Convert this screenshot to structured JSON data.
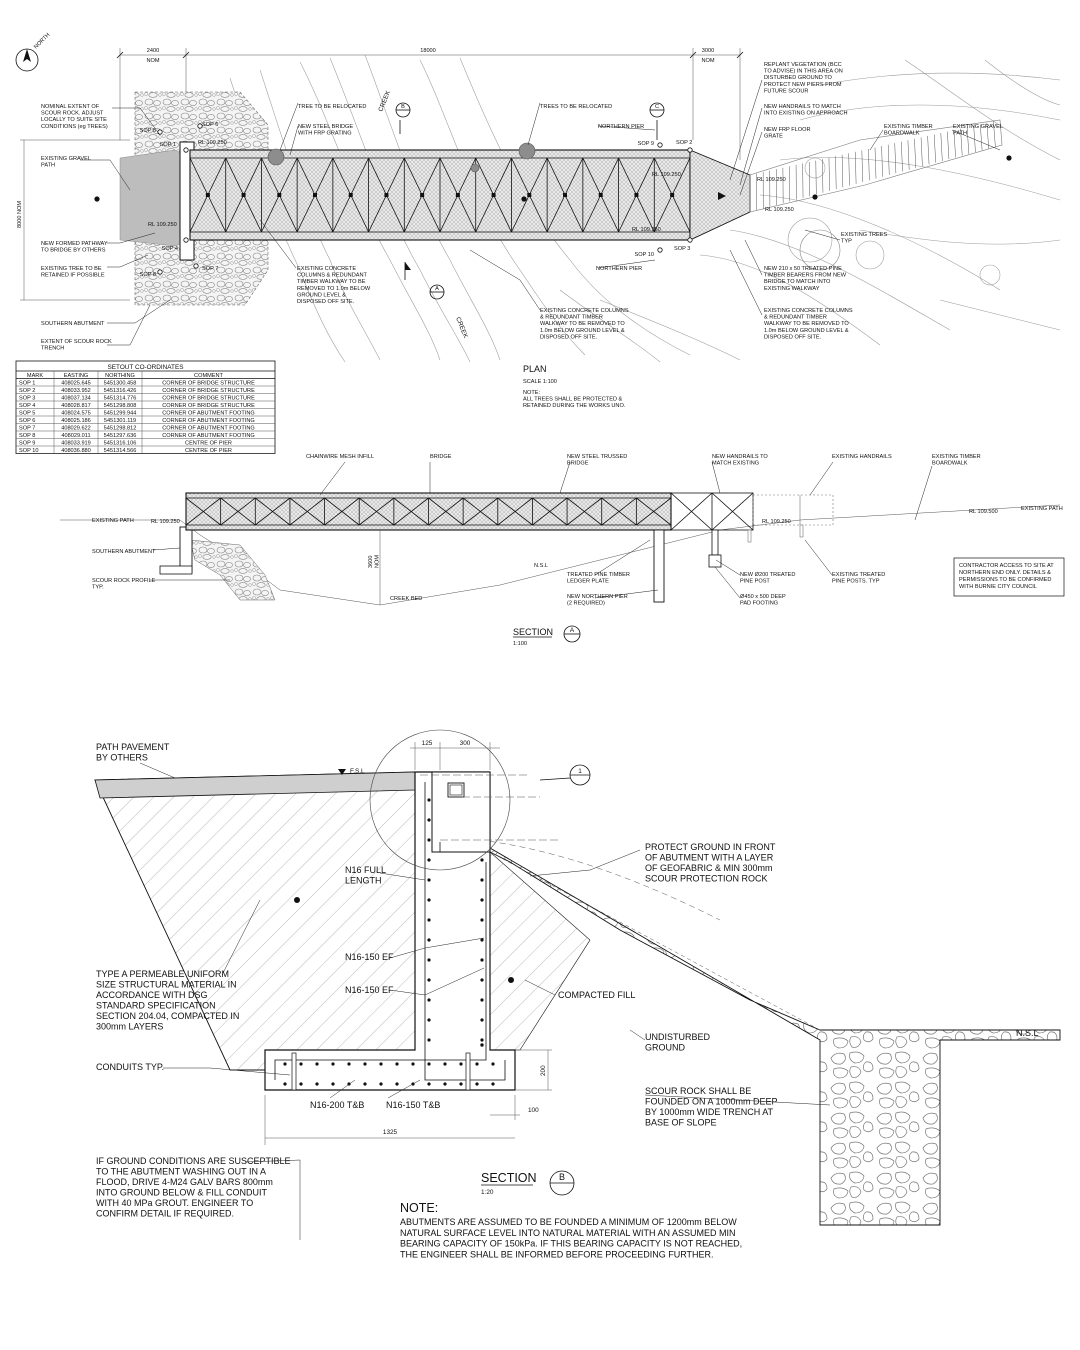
{
  "plan": {
    "north_label": "NORTH",
    "dim_left": "2400",
    "dim_left_unit": "NOM",
    "dim_main": "18000",
    "dim_right": "3000",
    "dim_right_unit": "NOM",
    "dim_height": "8000 NOM",
    "creek_label": "CREEK",
    "section_b_tag": "B",
    "section_c_tag": "C",
    "section_a_tag": "A",
    "sop": [
      "SOP 1",
      "SOP 2",
      "SOP 3",
      "SOP 4",
      "SOP 5",
      "SOP 6",
      "SOP 7",
      "SOP 8",
      "SOP 9",
      "SOP 10"
    ],
    "rl": [
      "RL 109.250",
      "RL 109.250",
      "RL 109.250",
      "RL 109.250",
      "RL 109.250",
      "RL 109.250"
    ],
    "notes_left": [
      [
        "NOMINAL EXTENT OF",
        "SCOUR ROCK. ADJUST",
        "LOCALLY TO SUITE SITE",
        "CONDITIONS (eg TREES)"
      ],
      [
        "EXISTING GRAVEL",
        "PATH"
      ],
      [
        "NEW FORMED PATHWAY",
        "TO BRIDGE BY OTHERS"
      ],
      [
        "EXISTING TREE TO BE",
        "RETAINED IF POSSIBLE"
      ],
      [
        "SOUTHERN ABUTMENT"
      ],
      [
        "EXTENT OF SCOUR ROCK",
        "TRENCH"
      ]
    ],
    "notes_top": [
      [
        "TREE TO BE RELOCATED"
      ],
      [
        "NEW STEEL BRIDGE",
        "WITH FRP GRATING"
      ],
      [
        "TREES TO BE RELOCATED"
      ],
      [
        "NORTHERN PIER"
      ]
    ],
    "notes_right": [
      [
        "REPLANT VEGETATION (BCC",
        "TO ADVISE) IN THIS AREA ON",
        "DISTURBED GROUND TO",
        "PROTECT NEW PIERS FROM",
        "FUTURE SCOUR"
      ],
      [
        "NEW HANDRAILS TO MATCH",
        "INTO EXISTING ON APPROACH"
      ],
      [
        "NEW FRP FLOOR",
        "GRATE"
      ],
      [
        "EXISTING TIMBER",
        "BOARDWALK"
      ],
      [
        "EXISTING GRAVEL",
        "PATH"
      ],
      [
        "EXISTING TREES",
        "TYP"
      ],
      [
        "NEW 210 x 50 TREATED PINE",
        "TIMBER BEARERS FROM NEW",
        "BRIDGE TO MATCH INTO",
        "EXISTING WALKWAY"
      ],
      [
        "EXISTING CONCRETE COLUMNS",
        "& REDUNDANT TIMBER",
        "WALKWAY TO BE REMOVED TO",
        "1.0m BELOW GROUND LEVEL &",
        "DISPOSED OFF SITE."
      ]
    ],
    "notes_bottom": [
      [
        "NORTHERN PIER"
      ],
      [
        "EXISTING CONCRETE",
        "COLUMNS & REDUNDANT",
        "TIMBER WALKWAY TO BE",
        "REMOVED TO 1.0m BELOW",
        "GROUND LEVEL &",
        "DISPOSED OFF SITE."
      ],
      [
        "EXISTING CONCRETE COLUMNS",
        "& REDUNDANT TIMBER",
        "WALKWAY TO BE REMOVED TO",
        "1.0m BELOW GROUND LEVEL &",
        "DISPOSED OFF SITE."
      ]
    ],
    "title": "PLAN",
    "scale": "SCALE 1:100",
    "note": [
      "NOTE:",
      "ALL TREES SHALL BE PROTECTED &",
      "RETAINED DURING THE WORKS UNO."
    ]
  },
  "setout_table": {
    "title": "SETOUT CO-ORDINATES",
    "headers": [
      "MARK",
      "EASTING",
      "NORTHING",
      "COMMENT"
    ],
    "rows": [
      [
        "SOP 1",
        "408025.645",
        "5451300.458",
        "CORNER OF BRIDGE STRUCTURE"
      ],
      [
        "SOP 2",
        "408033.952",
        "5451316.426",
        "CORNER OF BRIDGE STRUCTURE"
      ],
      [
        "SOP 3",
        "408037.134",
        "5451314.776",
        "CORNER OF BRIDGE STRUCTURE"
      ],
      [
        "SOP 4",
        "408028.817",
        "5451298.808",
        "CORNER OF BRIDGE STRUCTURE"
      ],
      [
        "SOP 5",
        "408024.575",
        "5451299.944",
        "CORNER OF ABUTMENT FOOTING"
      ],
      [
        "SOP 6",
        "408025.186",
        "5451301.119",
        "CORNER OF ABUTMENT FOOTING"
      ],
      [
        "SOP 7",
        "408029.622",
        "5451298.812",
        "CORNER OF ABUTMENT FOOTING"
      ],
      [
        "SOP 8",
        "408029.011",
        "5451297.636",
        "CORNER OF ABUTMENT FOOTING"
      ],
      [
        "SOP 9",
        "408033.919",
        "5451316.106",
        "CENTRE OF PIER"
      ],
      [
        "SOP 10",
        "408036.880",
        "5451314.566",
        "CENTRE OF PIER"
      ]
    ]
  },
  "section_a": {
    "labels": [
      [
        "CHAINWIRE MESH INFILL"
      ],
      [
        "BRIDGE"
      ],
      [
        "NEW STEEL TRUSSED",
        "BRIDGE"
      ],
      [
        "NEW HANDRAILS TO",
        "MATCH EXISTING"
      ],
      [
        "EXISTING HANDRAILS"
      ],
      [
        "EXISTING TIMBER",
        "BOARDWALK"
      ],
      [
        "EXISTING PATH"
      ],
      [
        "RL 109.250"
      ],
      [
        "RL 109.250"
      ],
      [
        "RL 109.500"
      ],
      [
        "EXISTING PATH"
      ],
      [
        "SOUTHERN ABUTMENT"
      ],
      [
        "SCOUR ROCK PROFILE",
        "TYP."
      ],
      [
        "3600",
        "NOM"
      ],
      [
        "N.S.L"
      ],
      [
        "CREEK BED"
      ],
      [
        "TREATED PINE TIMBER",
        "LEDGER PLATE"
      ],
      [
        "NEW NORTHERN PIER",
        "(2 REQUIRED)"
      ],
      [
        "NEW Ø200 TREATED",
        "PINE POST"
      ],
      [
        "Ø450 x 500 DEEP",
        "PAD FOOTING"
      ],
      [
        "EXISTING TREATED",
        "PINE POSTS. TYP"
      ]
    ],
    "contractor_note": [
      "CONTRACTOR ACCESS TO SITE AT",
      "NORTHERN END ONLY. DETAILS &",
      "PERMISSIONS TO BE CONFIRMED",
      "WITH BURNIE CITY COUNCIL"
    ],
    "title": "SECTION",
    "tag": "A",
    "scale": "1:100"
  },
  "section_b": {
    "dims": [
      "125",
      "300",
      "200",
      "100",
      "1325"
    ],
    "fsl": "F.S.L",
    "detail_tag": "1",
    "labels": [
      [
        "PATH PAVEMENT",
        "BY OTHERS"
      ],
      [
        "N16 FULL",
        "LENGTH"
      ],
      [
        "N16-150 EF"
      ],
      [
        "N16-150 EF"
      ],
      [
        "PROTECT GROUND IN FRONT",
        "OF ABUTMENT WITH A LAYER",
        "OF GEOFABRIC & MIN 300mm",
        "SCOUR PROTECTION ROCK"
      ],
      [
        "COMPACTED FILL"
      ],
      [
        "TYPE A PERMEABLE UNIFORM",
        "SIZE STRUCTURAL MATERIAL IN",
        "ACCORDANCE WITH DSG",
        "STANDARD SPECIFICATION",
        "SECTION 204.04, COMPACTED IN",
        "300mm LAYERS"
      ],
      [
        "CONDUITS TYP."
      ],
      [
        "N16-200 T&B"
      ],
      [
        "N16-150 T&B"
      ],
      [
        "UNDISTURBED",
        "GROUND"
      ],
      [
        "SCOUR ROCK SHALL BE",
        "FOUNDED ON A 1000mm DEEP",
        "BY 1000mm WIDE TRENCH AT",
        "BASE OF SLOPE"
      ],
      [
        "N.S.L"
      ],
      [
        "IF GROUND CONDITIONS ARE SUSCEPTIBLE",
        "TO THE ABUTMENT WASHING OUT IN A",
        "FLOOD, DRIVE 4-M24 GALV BARS 800mm",
        "INTO GROUND BELOW & FILL CONDUIT",
        "WITH 40 MPa GROUT. ENGINEER TO",
        "CONFIRM DETAIL IF REQUIRED."
      ]
    ],
    "title": "SECTION",
    "tag": "B",
    "scale": "1:20",
    "note_title": "NOTE:",
    "note": [
      "ABUTMENTS ARE ASSUMED TO BE FOUNDED A MINIMUM OF 1200mm BELOW",
      "NATURAL SURFACE LEVEL INTO NATURAL MATERIAL WITH AN ASSUMED MIN",
      "BEARING CAPACITY OF 150kPa. IF THIS BEARING CAPACITY IS NOT REACHED,",
      "THE ENGINEER SHALL BE INFORMED BEFORE PROCEEDING FURTHER."
    ]
  }
}
